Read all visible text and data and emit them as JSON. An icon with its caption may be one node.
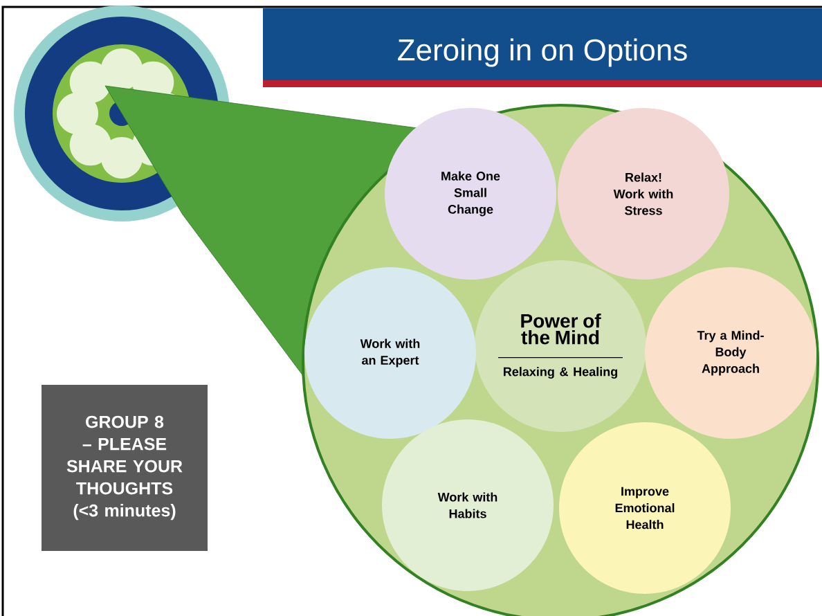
{
  "diagram": {
    "title": "Zeroing in on Options",
    "nodes": [
      {
        "text": [],
        "shape": "circle"
      },
      {
        "text": [
          "Power of the Mind",
          "Relaxing & Healing"
        ],
        "in": 0
      },
      {
        "text": [
          "Make One Small Change"
        ],
        "in": 0
      },
      {
        "text": [
          "Relax! Work with Stress"
        ],
        "in": 0
      },
      {
        "text": [
          "Work with an Expert"
        ],
        "in": 0
      },
      {
        "text": [
          "Try a Mind-Body Approach"
        ],
        "in": 0
      },
      {
        "text": [
          "Work with Habits"
        ],
        "in": 0
      },
      {
        "text": [
          "Improve Emotional Health"
        ],
        "in": 0
      },
      {
        "text": [
          "GROUP 8 – PLEASE SHARE YOUR THOUGHTS (<3 minutes)"
        ]
      }
    ]
  }
}
